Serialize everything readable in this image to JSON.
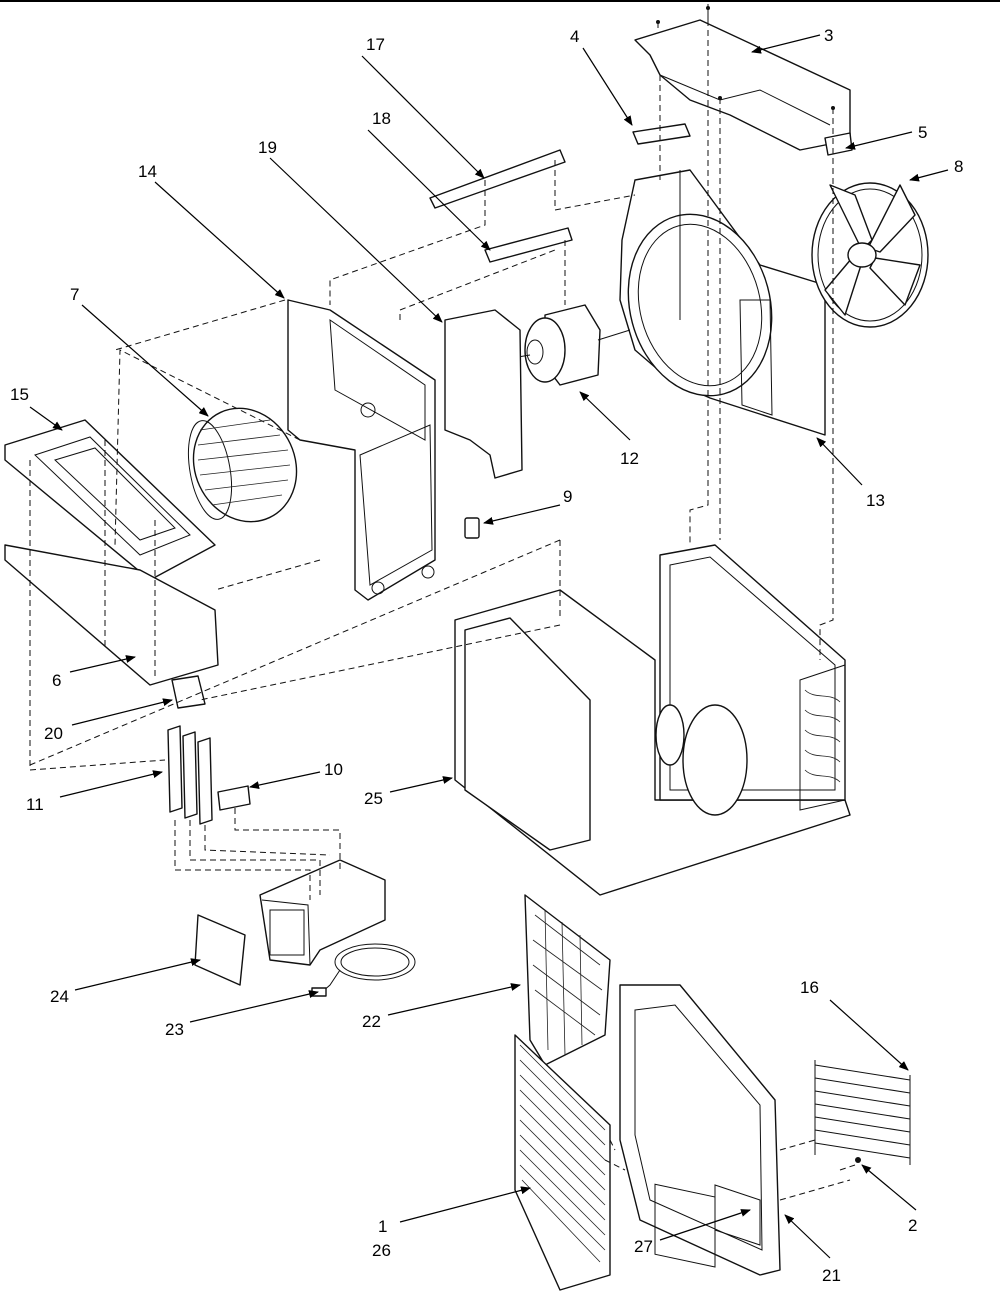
{
  "callouts": {
    "c1": "1",
    "c26": "26",
    "c2": "2",
    "c3": "3",
    "c4": "4",
    "c5": "5",
    "c6": "6",
    "c7": "7",
    "c8": "8",
    "c9": "9",
    "c10": "10",
    "c11": "11",
    "c12": "12",
    "c13": "13",
    "c14": "14",
    "c15": "15",
    "c16": "16",
    "c17": "17",
    "c18": "18",
    "c19": "19",
    "c20": "20",
    "c21": "21",
    "c22": "22",
    "c23": "23",
    "c24": "24",
    "c25": "25",
    "c27": "27"
  }
}
